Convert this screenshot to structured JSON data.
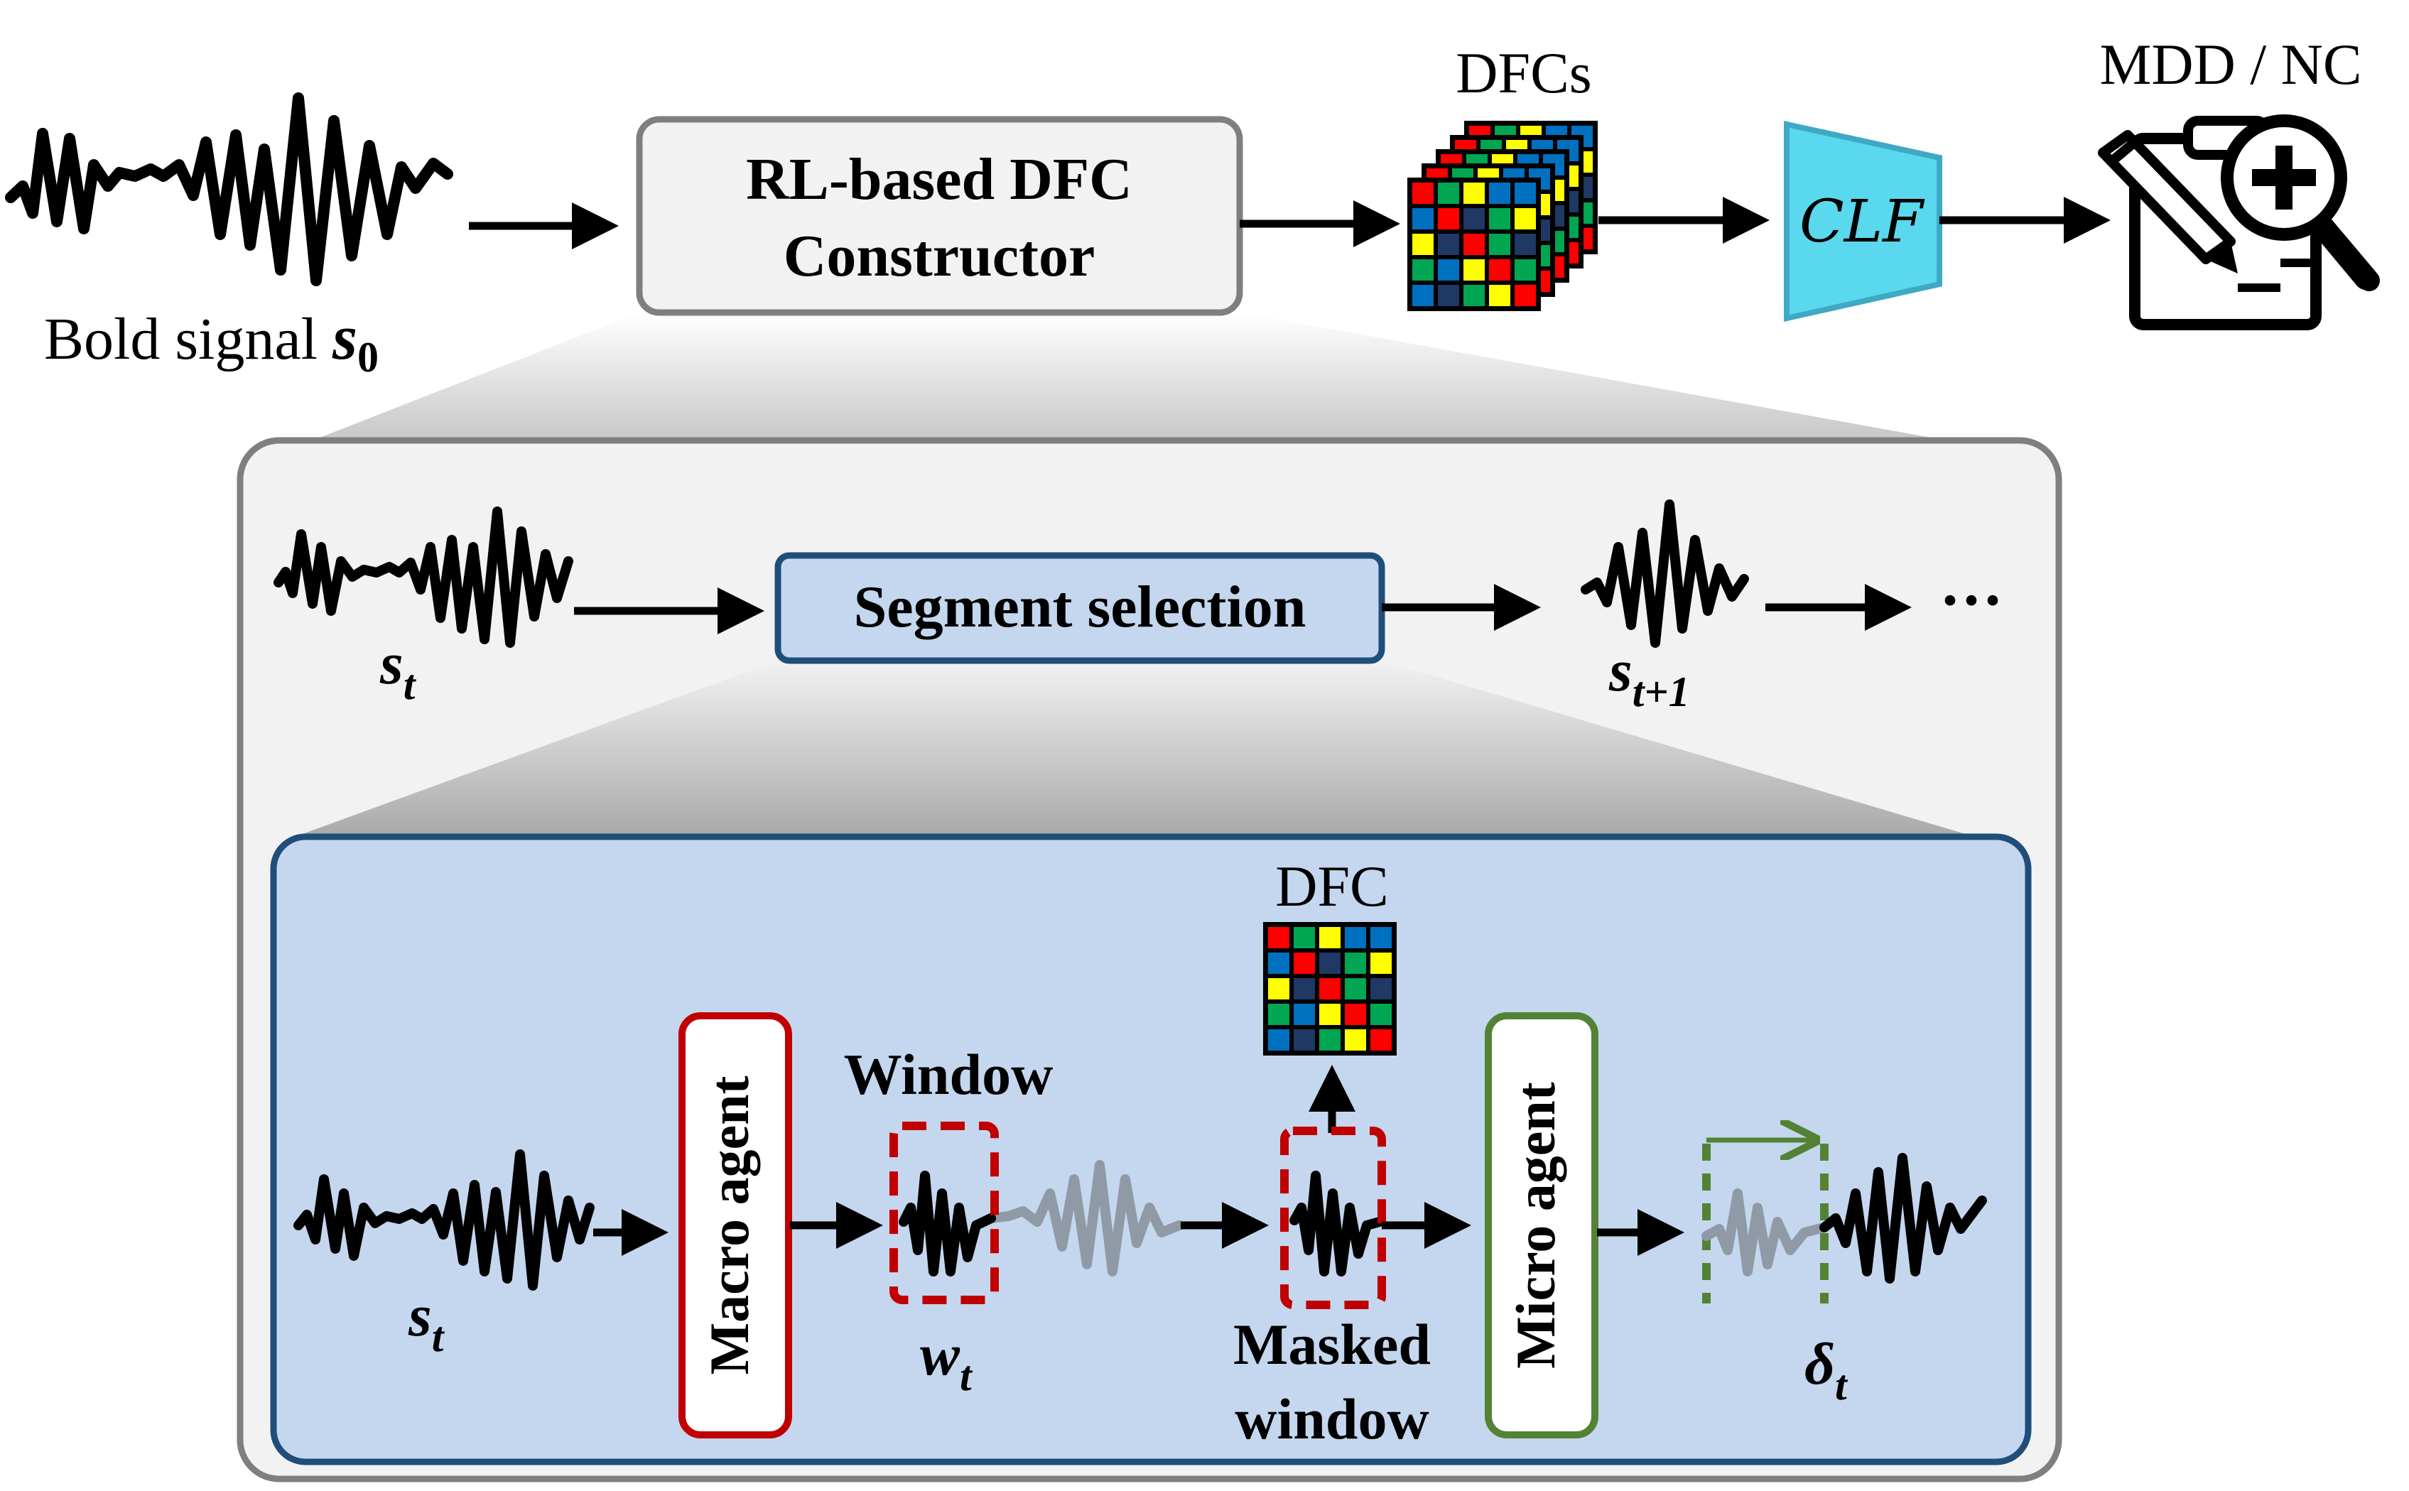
{
  "top": {
    "bold_signal_label": "Bold signal ",
    "bold_signal_symbol": "s",
    "bold_signal_sub": "0",
    "constructor_line1": "RL-based DFC",
    "constructor_line2": "Constructor",
    "dfcs_label": "DFCs",
    "clf_label": "CLF",
    "diagnosis_label": "MDD / NC"
  },
  "middle": {
    "st_symbol": "s",
    "st_sub": "t",
    "segment_selection_label": "Segment selection",
    "st1_symbol": "s",
    "st1_sub": "t+1",
    "ellipsis": "···"
  },
  "inner": {
    "st_symbol": "s",
    "st_sub": "t",
    "macro_agent_label": "Macro agent",
    "window_label": "Window",
    "wt_symbol": "w",
    "wt_sub": "t",
    "dfc_label": "DFC",
    "masked_line1": "Masked",
    "masked_line2": "window",
    "micro_agent_label": "Micro agent",
    "delta_symbol": "δ",
    "delta_sub": "t"
  },
  "colors": {
    "black": "#000000",
    "outer_panel_fill": "#f2f2f2",
    "outer_panel_stroke": "#7f7f7f",
    "inner_panel_fill": "#c5d7ef",
    "inner_panel_stroke": "#1f4e79",
    "segment_box_fill": "#c5d7ef",
    "clf_fill": "#5ad8ee",
    "clf_stroke": "#3fa9c4",
    "macro_border": "#c00000",
    "micro_border": "#548235",
    "window_dash": "#c00000",
    "shift_dash": "#548235",
    "faded_signal": "#8f9aa6",
    "grid_red": "#ff0000",
    "grid_green": "#00a651",
    "grid_blue": "#0070c0",
    "grid_yellow": "#ffff00",
    "grid_navy": "#1f3864"
  },
  "icons": [
    "bold-signal-waveform-icon",
    "dfc-matrix-stack-icon",
    "clipboard-magnifier-plus-icon",
    "pencil-icon"
  ]
}
